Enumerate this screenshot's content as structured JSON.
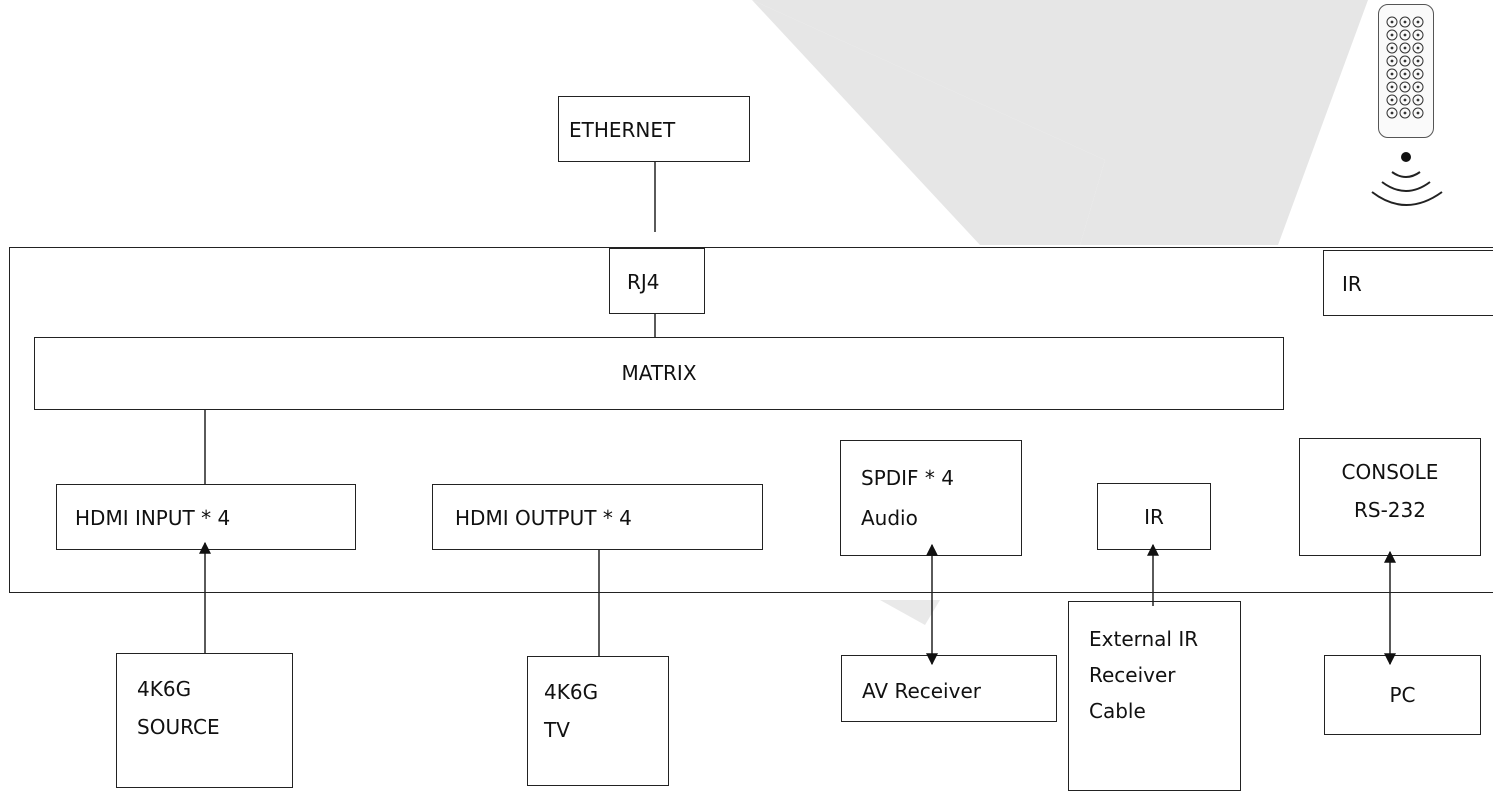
{
  "nodes": {
    "ethernet": "ETHERNET",
    "rj4": "RJ4",
    "ir_top": "IR",
    "matrix": "MATRIX",
    "hdmi_input": "HDMI INPUT * 4",
    "hdmi_output": "HDMI OUTPUT * 4",
    "spdif": [
      "SPDIF * 4",
      "Audio"
    ],
    "ir_port": "IR",
    "console": [
      "CONSOLE",
      "RS-232"
    ],
    "source": [
      "4K6G",
      "SOURCE"
    ],
    "tv": [
      "4K6G",
      "TV"
    ],
    "av_receiver": "AV Receiver",
    "ext_ir": [
      "External IR",
      "Receiver",
      "Cable"
    ],
    "pc": "PC"
  },
  "icons": {
    "remote": "remote-control-icon",
    "ir_signal": "ir-signal-icon"
  },
  "colors": {
    "watermark": "#e6e6e6",
    "stroke": "#222222"
  }
}
